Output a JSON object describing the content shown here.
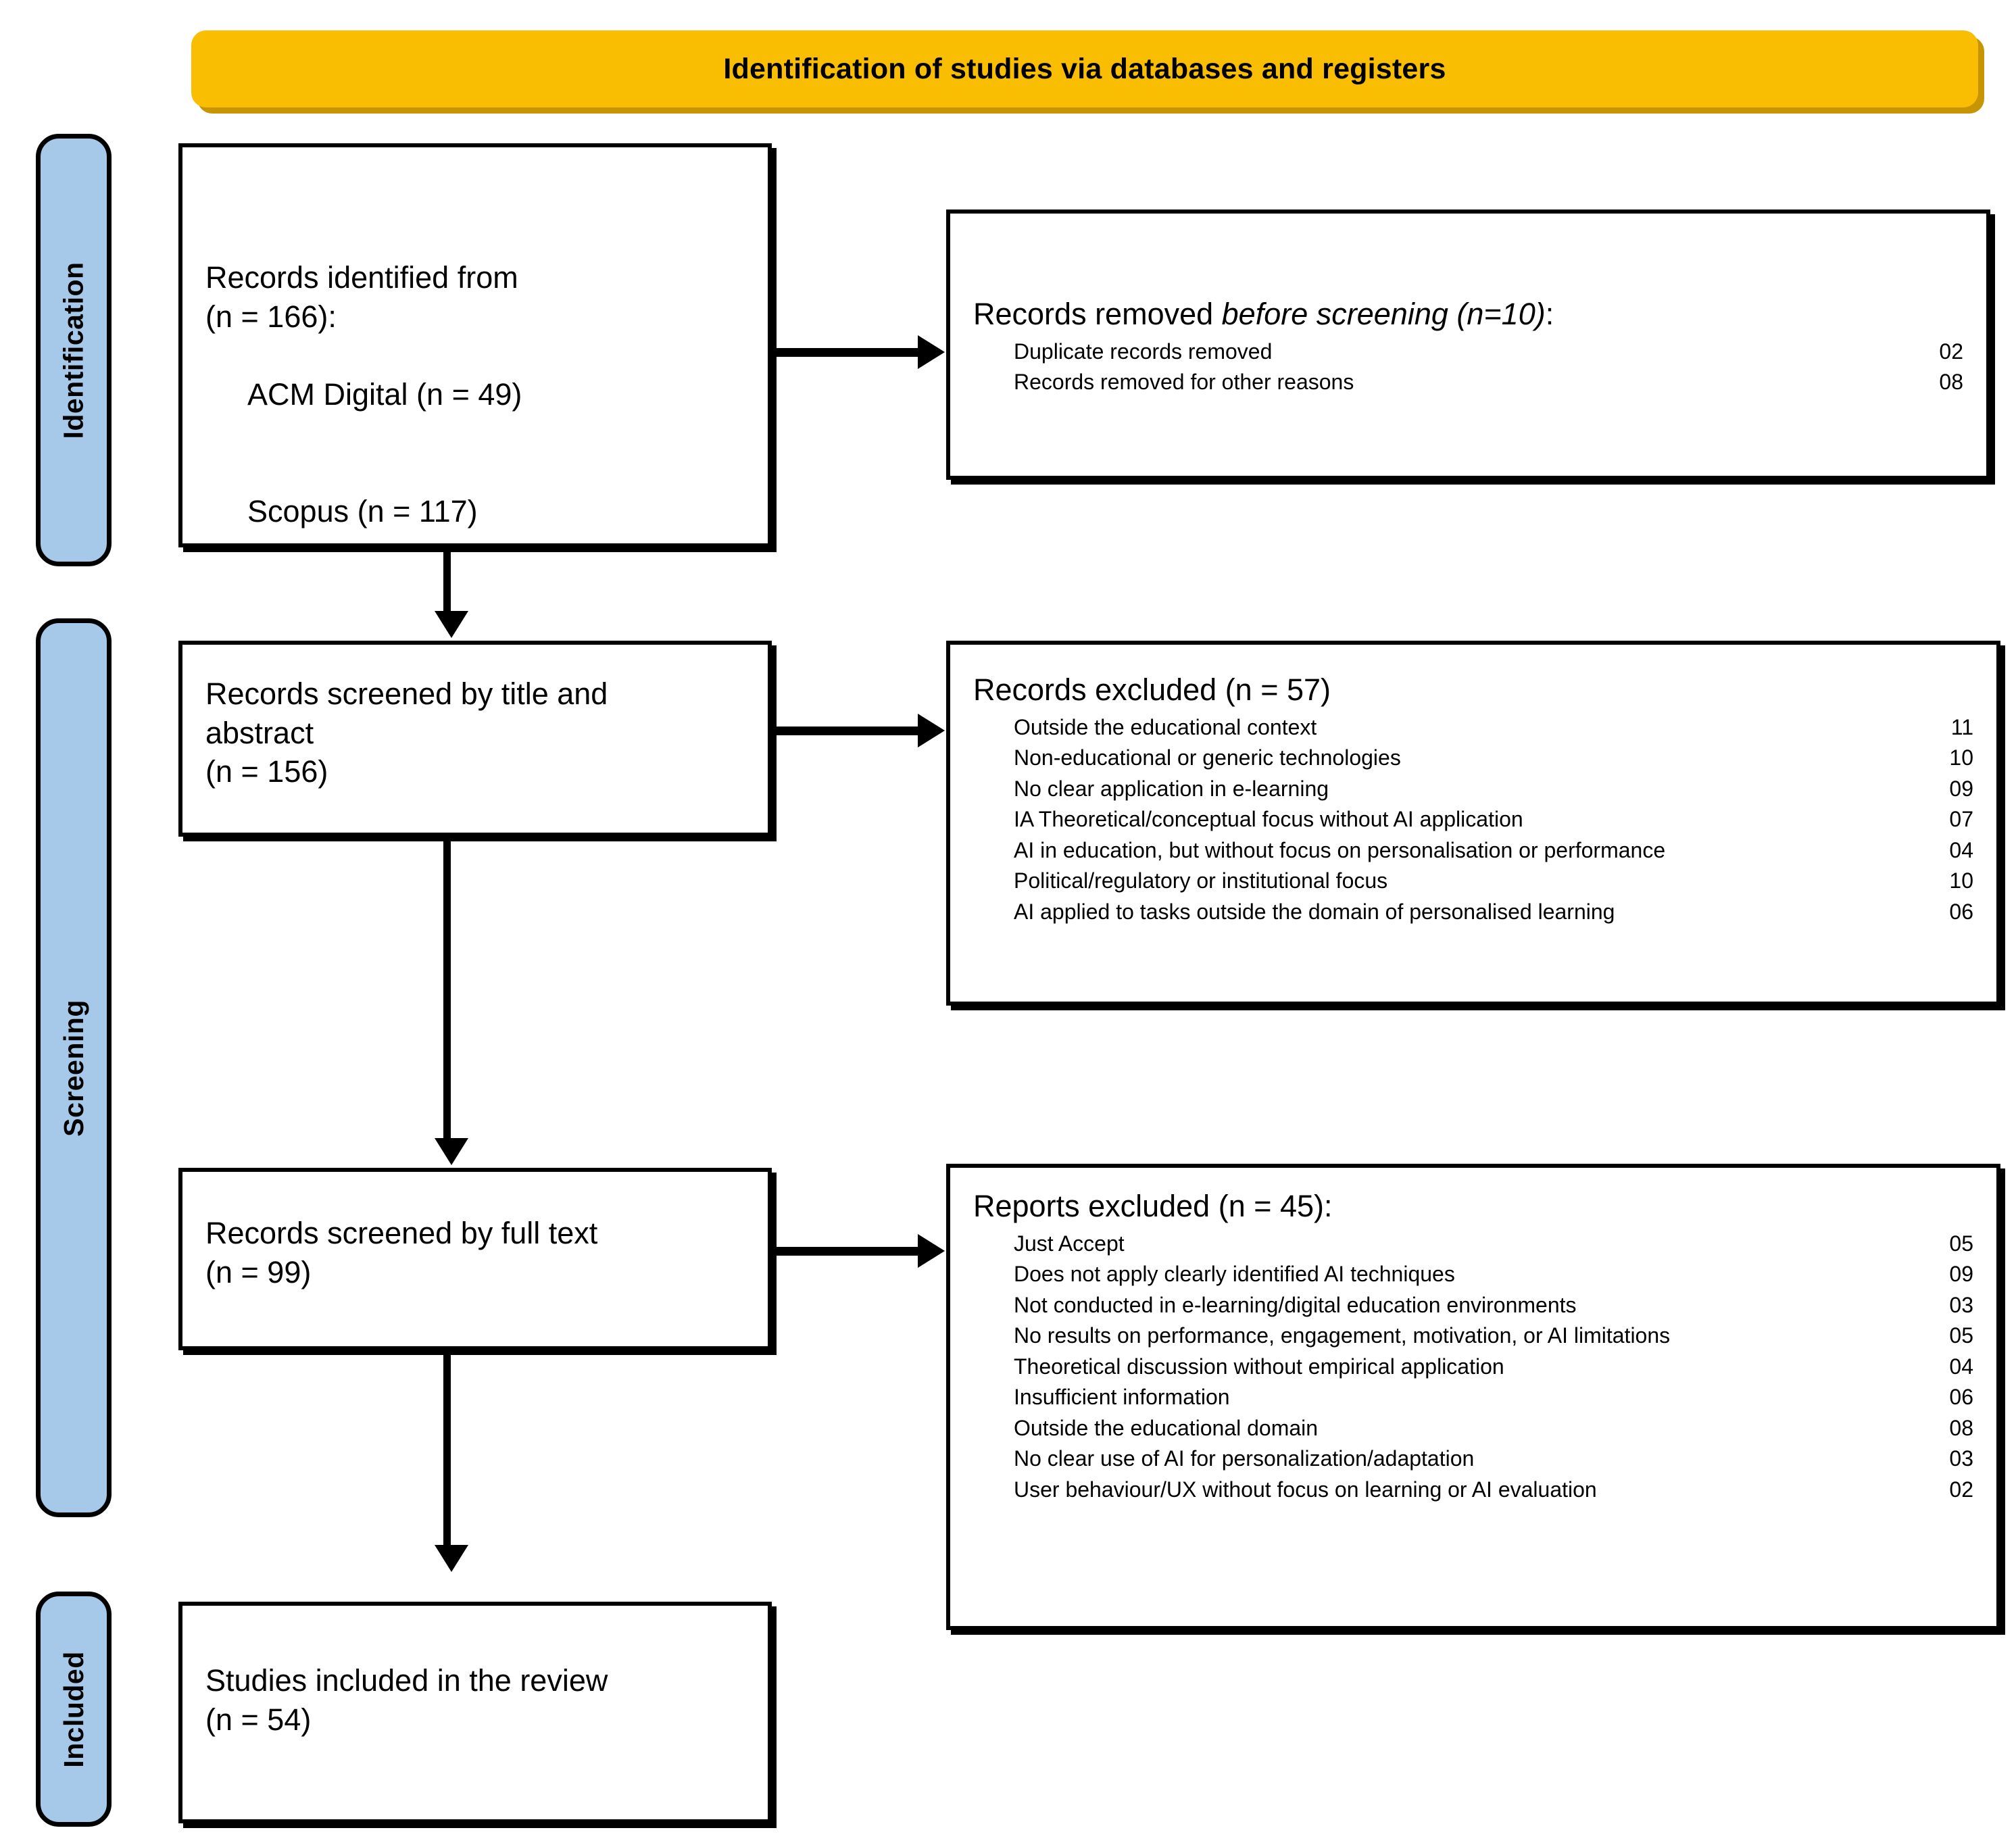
{
  "title": {
    "text": "Identification of studies via databases and registers"
  },
  "colors": {
    "banner": "#F9BE02",
    "banner_shadow": "#C79403",
    "phase_bar": "#A6C9E9",
    "border": "#000000",
    "background": "#FFFFFF"
  },
  "phases": [
    {
      "id": "identification",
      "label": "Identification"
    },
    {
      "id": "screening",
      "label": "Screening"
    },
    {
      "id": "included",
      "label": "Included"
    }
  ],
  "boxes": {
    "identified": {
      "line1": "Records identified from",
      "line2": "(n = 166):",
      "sources": [
        "ACM Digital (n = 49)",
        "Scopus (n = 117)"
      ]
    },
    "removed": {
      "heading_plain": "Records removed ",
      "heading_italic": "before screening (n=10)",
      "heading_tail": ":",
      "reasons": [
        {
          "label": "Duplicate records removed",
          "count": "02"
        },
        {
          "label": "Records removed for other reasons",
          "count": "08"
        }
      ]
    },
    "screened_title_abstract": {
      "line1": "Records screened by title and",
      "line2": "abstract",
      "line3": "(n = 156)"
    },
    "excluded_records": {
      "heading": "Records excluded (n = 57)",
      "reasons": [
        {
          "label": "Outside the educational context",
          "count": "11"
        },
        {
          "label": "Non-educational or generic technologies",
          "count": "10"
        },
        {
          "label": "No clear application in e-learning",
          "count": "09"
        },
        {
          "label": "IA Theoretical/conceptual focus without AI application",
          "count": "07"
        },
        {
          "label": "AI in education, but without focus on personalisation or performance",
          "count": "04"
        },
        {
          "label": "Political/regulatory or institutional focus",
          "count": "10"
        },
        {
          "label": "AI applied to tasks outside the domain of personalised learning",
          "count": "06"
        }
      ]
    },
    "screened_full_text": {
      "line1": "Records screened by full text",
      "line2": "(n = 99)"
    },
    "excluded_reports": {
      "heading": "Reports excluded (n = 45):",
      "reasons": [
        {
          "label": "Just Accept",
          "count": "05"
        },
        {
          "label": "Does not apply clearly identified AI techniques",
          "count": "09"
        },
        {
          "label": "Not conducted in e-learning/digital education environments",
          "count": "03"
        },
        {
          "label": "No results on performance, engagement, motivation, or AI limitations",
          "count": "05"
        },
        {
          "label": "Theoretical discussion without empirical application",
          "count": "04"
        },
        {
          "label": "Insufficient information",
          "count": "06"
        },
        {
          "label": "Outside the educational domain",
          "count": "08"
        },
        {
          "label": "No clear use of AI for personalization/adaptation",
          "count": "03"
        },
        {
          "label": "User behaviour/UX without focus on learning or AI evaluation",
          "count": "02"
        }
      ]
    },
    "included": {
      "line1": "Studies included in the review",
      "line2": "(n = 54)"
    }
  }
}
